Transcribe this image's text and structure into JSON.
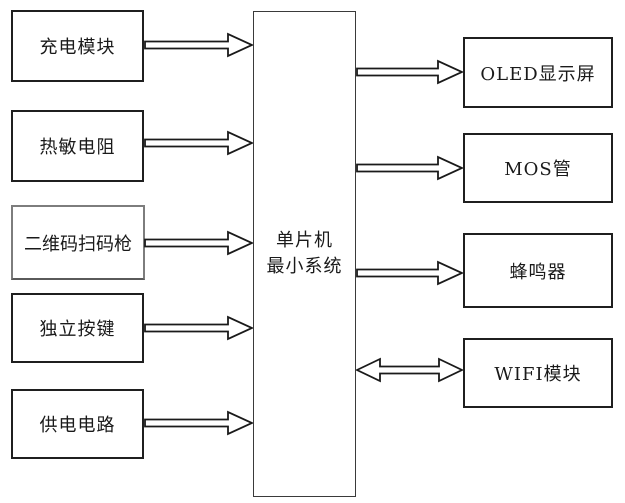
{
  "diagram": {
    "center": {
      "label": "单片机最小系统",
      "line1": "单片机",
      "line2": "最小系统"
    },
    "left_modules": [
      {
        "label": "充电模块"
      },
      {
        "label": "热敏电阻"
      },
      {
        "label": "二维码扫码枪"
      },
      {
        "label": "独立按键"
      },
      {
        "label": "供电电路"
      }
    ],
    "right_modules": [
      {
        "label": "OLED显示屏"
      },
      {
        "label": "MOS管"
      },
      {
        "label": "蜂鸣器"
      },
      {
        "label": "WIFI模块"
      }
    ],
    "edges": [
      {
        "from": "充电模块",
        "to": "单片机最小系统",
        "direction": "one-way"
      },
      {
        "from": "热敏电阻",
        "to": "单片机最小系统",
        "direction": "one-way"
      },
      {
        "from": "二维码扫码枪",
        "to": "单片机最小系统",
        "direction": "one-way"
      },
      {
        "from": "独立按键",
        "to": "单片机最小系统",
        "direction": "one-way"
      },
      {
        "from": "供电电路",
        "to": "单片机最小系统",
        "direction": "one-way"
      },
      {
        "from": "单片机最小系统",
        "to": "OLED显示屏",
        "direction": "one-way"
      },
      {
        "from": "单片机最小系统",
        "to": "MOS管",
        "direction": "one-way"
      },
      {
        "from": "单片机最小系统",
        "to": "蜂鸣器",
        "direction": "one-way"
      },
      {
        "from": "单片机最小系统",
        "to": "WIFI模块",
        "direction": "two-way"
      }
    ],
    "colors": {
      "border": "#1f1f1f",
      "background": "#ffffff",
      "arrow_fill": "#ffffff",
      "arrow_stroke": "#1a1a1a"
    }
  }
}
